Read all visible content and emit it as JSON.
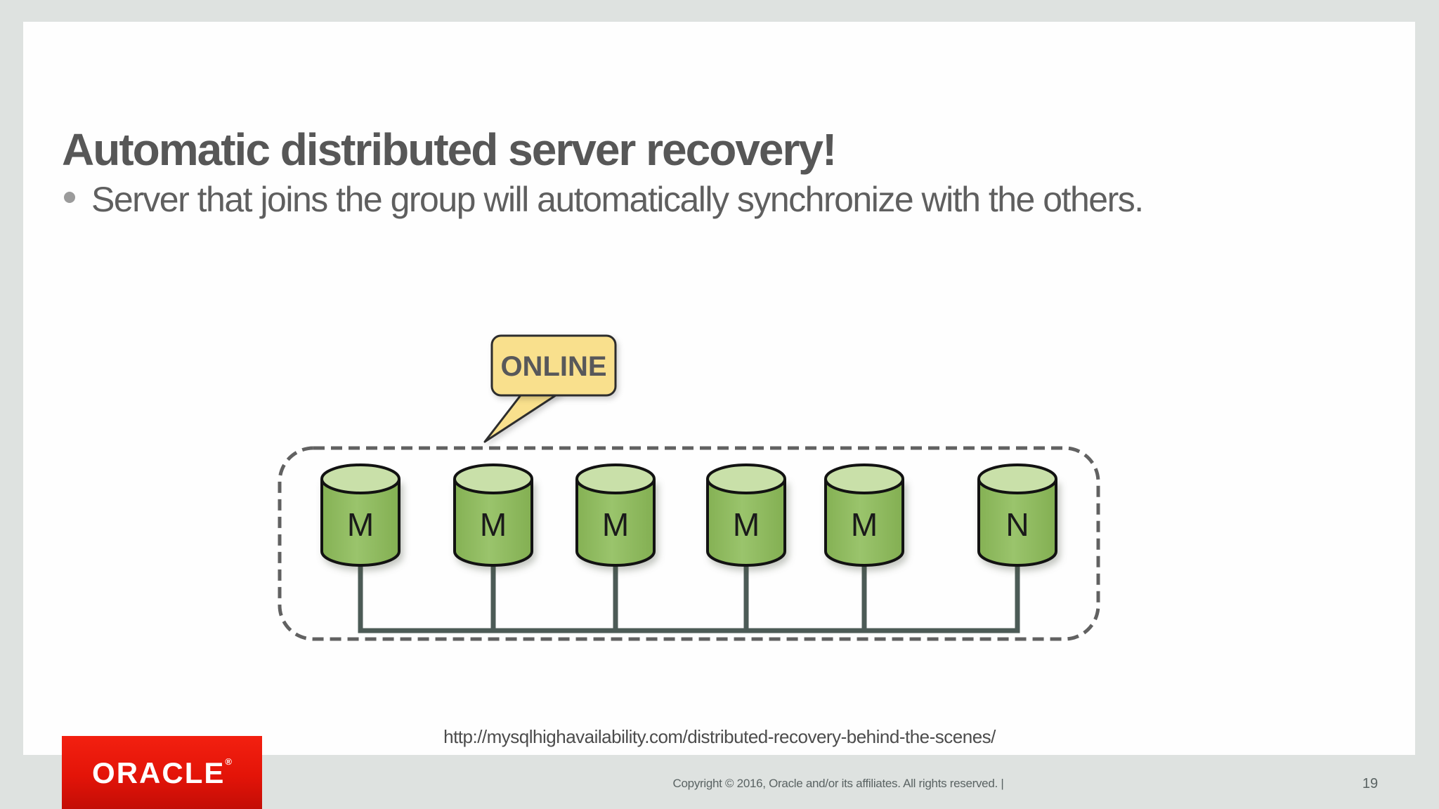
{
  "theme": {
    "frame_color": "#dee2e0",
    "slide_bg": "#fefefe",
    "title_color": "#575757",
    "body_text_color": "#5f5f5f",
    "bullet_dot_color": "#9b9b9b",
    "url_color": "#4c4c4c",
    "footer_text_color": "#5a6363",
    "oracle_red": "#e31408"
  },
  "slide": {
    "title": "Automatic distributed server recovery!",
    "bullet_text": "Server that joins the group will automatically synchronize with the others.",
    "source_url": "http://mysqlhighavailability.com/distributed-recovery-behind-the-scenes/",
    "page_number": "19",
    "copyright": "Copyright © 2016, Oracle and/or its affiliates. All rights reserved.  |",
    "logo": {
      "brand": "ORACLE",
      "registered_mark": "®"
    }
  },
  "diagram": {
    "callout": {
      "label": "ONLINE",
      "fill": "#F9E08D",
      "border_color": "#2d2d2d",
      "text_color": "#58585a",
      "points_at": "server-2"
    },
    "group_box": {
      "style": "dashed rounded rectangle",
      "border_color": "#616161"
    },
    "servers": [
      {
        "label": "M"
      },
      {
        "label": "M"
      },
      {
        "label": "M"
      },
      {
        "label": "M"
      },
      {
        "label": "M"
      },
      {
        "label": "N"
      }
    ],
    "colors": {
      "cylinder_body": "#8fba5e",
      "cylinder_top": "#c9e0a9",
      "cylinder_outline": "#121212",
      "connector": "#4c5b56",
      "label_color": "#1a1a1a"
    }
  }
}
